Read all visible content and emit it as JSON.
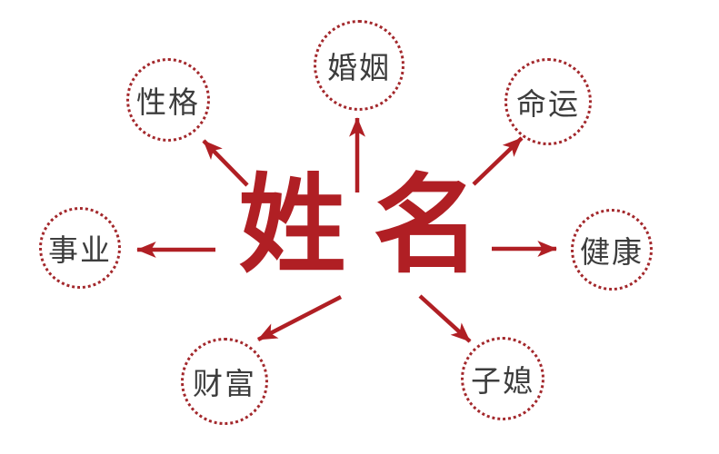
{
  "center": {
    "label": "姓名"
  },
  "nodes": [
    {
      "id": "marriage",
      "label": "婚姻"
    },
    {
      "id": "personality",
      "label": "性格"
    },
    {
      "id": "destiny",
      "label": "命运"
    },
    {
      "id": "career",
      "label": "事业"
    },
    {
      "id": "health",
      "label": "健康"
    },
    {
      "id": "wealth",
      "label": "财富"
    },
    {
      "id": "children",
      "label": "子媳"
    }
  ],
  "colors": {
    "accent": "#b01f24",
    "dot-border": "#a3282c",
    "label": "#3d3d3d",
    "background": "#ffffff"
  }
}
